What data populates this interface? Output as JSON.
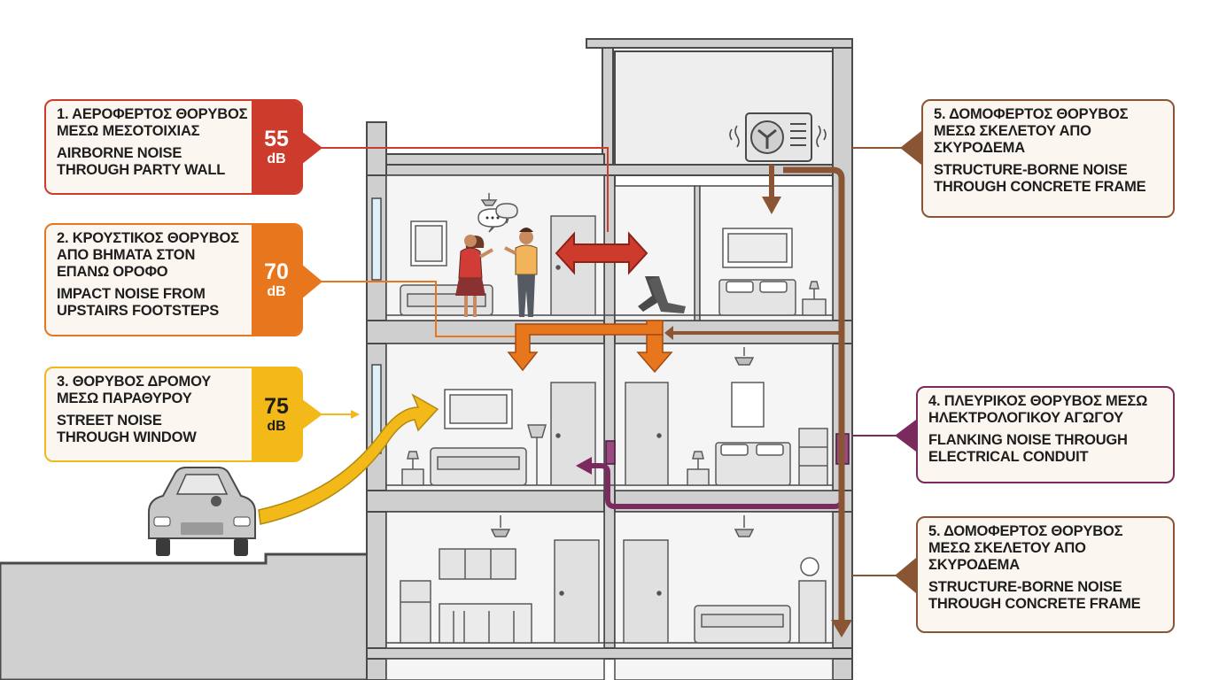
{
  "callouts": {
    "airborne": {
      "greek": "1. ΑΕΡΟΦΕΡΤΟΣ ΘΟΡΥΒΟΣ\nΜΕΣΩ ΜΕΣΟΤΟΙΧΙΑΣ",
      "english": "AIRBORNE NOISE\nTHROUGH PARTY WALL",
      "value": "55",
      "unit": "dB",
      "color": "#cc3b2c"
    },
    "impact": {
      "greek": "2. ΚΡΟΥΣΤΙΚΟΣ ΘΟΡΥΒΟΣ\nΑΠΟ ΒΗΜΑΤΑ ΣΤΟΝ\nΕΠΑΝΩ ΟΡΟΦΟ",
      "english": "IMPACT NOISE FROM\nUPSTAIRS FOOTSTEPS",
      "value": "70",
      "unit": "dB",
      "color": "#e8761d"
    },
    "street": {
      "greek": "3. ΘΟΡΥΒΟΣ ΔΡΟΜΟΥ\nΜΕΣΩ ΠΑΡΑΘΥΡΟΥ",
      "english": "STREET NOISE\nTHROUGH WINDOW",
      "value": "75",
      "unit": "dB",
      "color": "#f2b918"
    },
    "flanking": {
      "greek": "4. ΠΛΕΥΡΙΚΟΣ ΘΟΡΥΒΟΣ ΜΕΣΩ\nΗΛΕΚΤΡΟΛΟΓΙΚΟΥ ΑΓΩΓΟΥ",
      "english": "FLANKING NOISE THROUGH\nELECTRICAL CONDUIT",
      "color": "#7b2a5e"
    },
    "structure_top": {
      "greek": "5. ΔΟΜΟΦΕΡΤΟΣ ΘΟΡΥΒΟΣ\nΜΕΣΩ ΣΚΕΛΕΤΟΥ ΑΠΟ\nΣΚΥΡΟΔΕΜΑ",
      "english": "STRUCTURE-BORNE NOISE\nTHROUGH CONCRETE FRAME",
      "color": "#8a5535"
    },
    "structure_bottom": {
      "greek": "5. ΔΟΜΟΦΕΡΤΟΣ ΘΟΡΥΒΟΣ\nΜΕΣΩ ΣΚΕΛΕΤΟΥ ΑΠΟ\nΣΚΥΡΟΔΕΜΑ",
      "english": "STRUCTURE-BORNE NOISE\nTHROUGH CONCRETE FRAME",
      "color": "#8a5535"
    }
  },
  "icons": [
    "air-conditioner-icon",
    "car-icon",
    "speech-bubble-icon",
    "footsteps-icon"
  ],
  "colors": {
    "airborne": "#cc3b2c",
    "impact": "#e8761d",
    "street": "#f2b918",
    "flanking": "#7b2a5e",
    "structure": "#8a5535",
    "wall": "#cfcfcf"
  }
}
